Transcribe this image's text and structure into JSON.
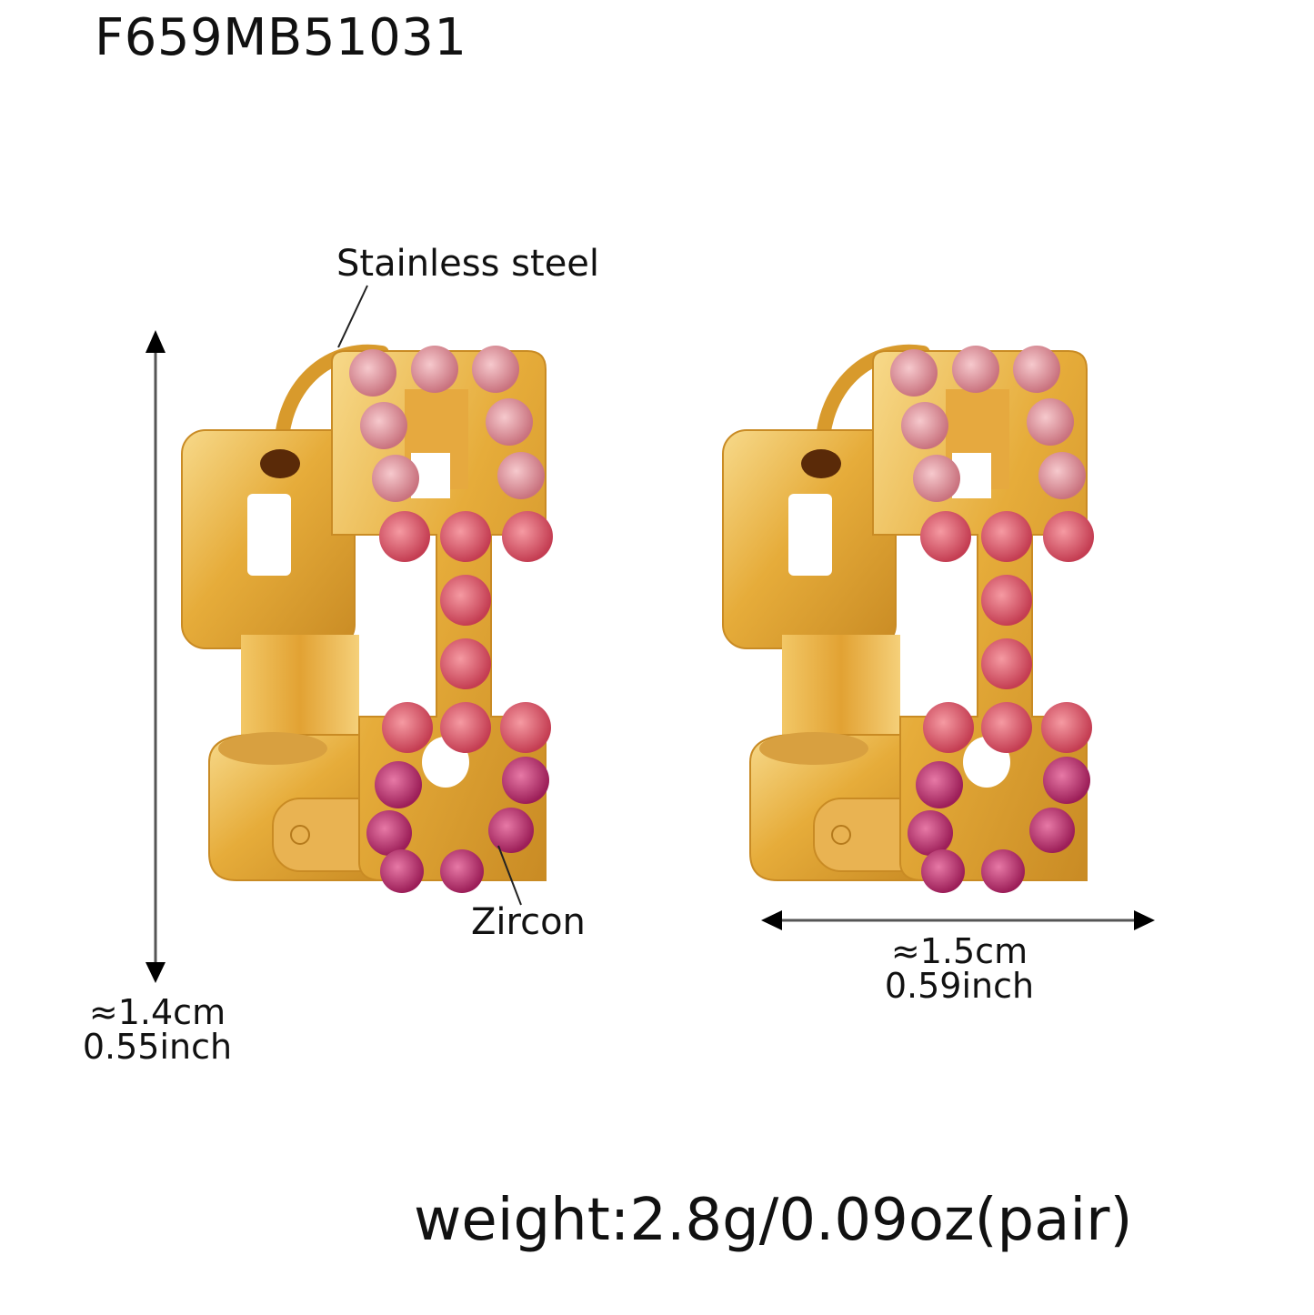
{
  "product": {
    "sku": "F659MB51031",
    "weight_label": "weight:2.8g/0.09oz(pair)"
  },
  "callouts": {
    "material": "Stainless steel",
    "stone": "Zircon"
  },
  "dimensions": {
    "height": {
      "cm": "≈1.4cm",
      "inch": "0.55inch"
    },
    "width": {
      "cm": "≈1.5cm",
      "inch": "0.59inch"
    }
  },
  "colors": {
    "gold": "#e6ac3a",
    "gold_light": "#f7d98a",
    "gold_dark": "#b57a1c",
    "gem_light_pink": "#e7a3ab",
    "gem_coral": "#e0606d",
    "gem_magenta": "#c0306a",
    "text": "#111111"
  }
}
